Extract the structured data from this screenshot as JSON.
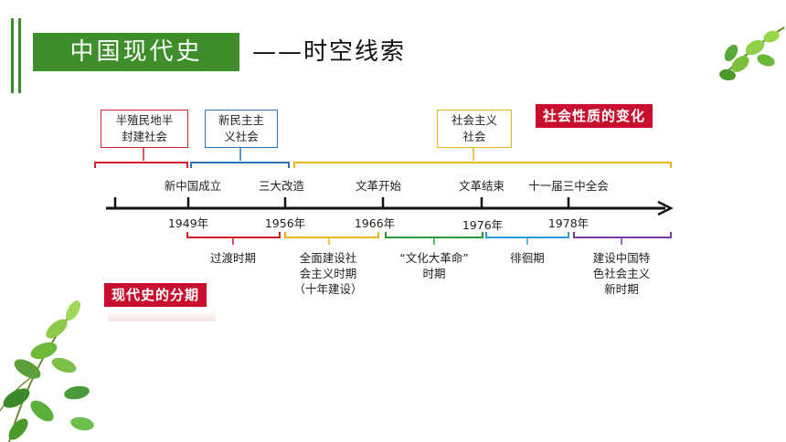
{
  "header": {
    "title": "中国现代史",
    "subtitle": "——时空线索"
  },
  "labels": {
    "nature_change": "社会性质的变化",
    "periodization": "现代史的分期"
  },
  "nature": [
    {
      "text": "半殖民地半\n封建社会",
      "color": "#d0202a"
    },
    {
      "text": "新民主主\n义社会",
      "color": "#2a74b8"
    },
    {
      "text": "社会主义\n社会",
      "color": "#e8b810"
    }
  ],
  "events": [
    "新中国成立",
    "三大改造",
    "文革开始",
    "文革结束",
    "十一届三中全会"
  ],
  "years": [
    "1949年",
    "1956年",
    "1966年",
    "1976年",
    "1978年"
  ],
  "periods": [
    {
      "text": "过渡时期",
      "color": "#d0202a"
    },
    {
      "text": "全面建设社\n会主义时期\n（十年建设）",
      "color": "#e8b810"
    },
    {
      "text": "“文化大革命”\n时期",
      "color": "#2a9a3a"
    },
    {
      "text": "徘徊期",
      "color": "#2a9ad8"
    },
    {
      "text": "建设中国特\n色社会主义\n新时期",
      "color": "#7a3aa8"
    }
  ],
  "colors": {
    "accent_green": "#3f8e2c",
    "accent_red": "#c8102e"
  }
}
